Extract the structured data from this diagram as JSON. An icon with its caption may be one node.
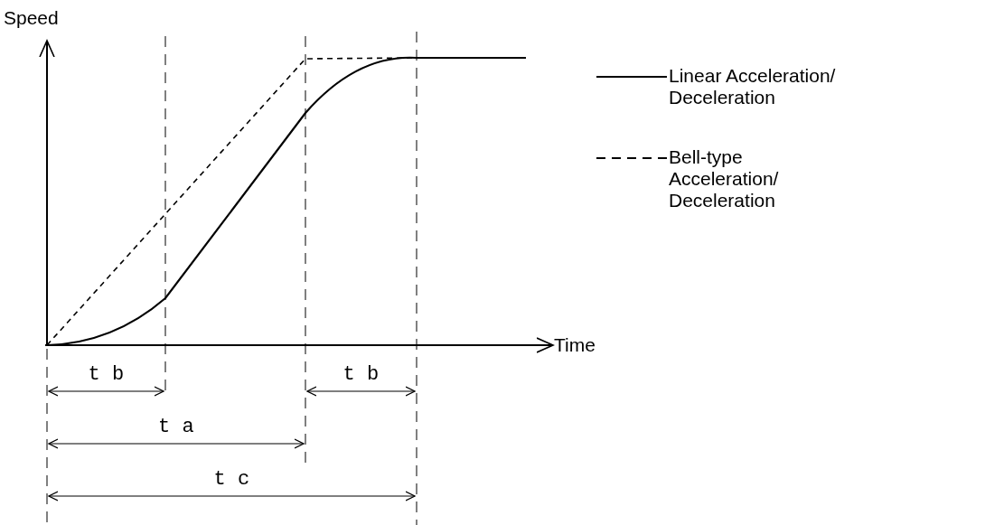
{
  "diagram": {
    "labels": [
      "Speed",
      "Time",
      "t b",
      "t b",
      "t a",
      "t c"
    ],
    "legend": [
      {
        "text": "Linear Acceleration/ Deceleration"
      },
      {
        "text": "Bell-type Acceleration/ Deceleration"
      }
    ]
  }
}
